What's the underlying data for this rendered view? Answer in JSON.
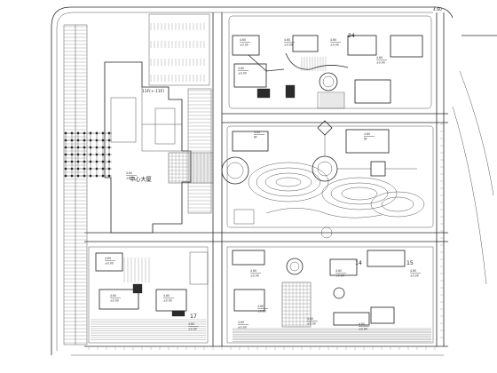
{
  "plan": {
    "center_building_label": "中心大厦",
    "floors_label": "11F(+-11F)",
    "elev_top_right_label": "4.60",
    "block_numbers": {
      "b14": "14",
      "b15": "15",
      "b17": "17",
      "b24": "24"
    },
    "elevation_tags": [
      {
        "id": "t1",
        "top": "4.60",
        "bottom": "±0.00"
      },
      {
        "id": "t2",
        "top": "4.60",
        "bottom": "±0.00"
      },
      {
        "id": "t3",
        "top": "4.60",
        "bottom": "±0.00"
      },
      {
        "id": "t4",
        "top": "4.60",
        "bottom": "±0.00"
      },
      {
        "id": "t5",
        "top": "4.60",
        "bottom": "±0.00"
      },
      {
        "id": "t6",
        "top": "4.60",
        "bottom": "6F"
      },
      {
        "id": "t7",
        "top": "4.60",
        "bottom": "6F"
      },
      {
        "id": "t8",
        "top": "4.60",
        "bottom": "±0.00"
      },
      {
        "id": "t9",
        "top": "4.60",
        "bottom": "±0.00"
      },
      {
        "id": "t10",
        "top": "4.60",
        "bottom": "±0.00"
      },
      {
        "id": "t11",
        "top": "4.60",
        "bottom": "±0.00"
      },
      {
        "id": "t12",
        "top": "4.60",
        "bottom": "±0.00"
      },
      {
        "id": "t13",
        "top": "4.60",
        "bottom": "±0.00"
      },
      {
        "id": "t14",
        "top": "4.60",
        "bottom": "±0.00"
      },
      {
        "id": "t15",
        "top": "4.60",
        "bottom": "±0.00"
      },
      {
        "id": "t16",
        "top": "4.60",
        "bottom": "±0.00"
      },
      {
        "id": "t17",
        "top": "4.60",
        "bottom": "±0.00"
      },
      {
        "id": "t18",
        "top": "4.60",
        "bottom": "±0.00"
      },
      {
        "id": "t19",
        "top": "4.60",
        "bottom": "±0.00"
      }
    ]
  }
}
